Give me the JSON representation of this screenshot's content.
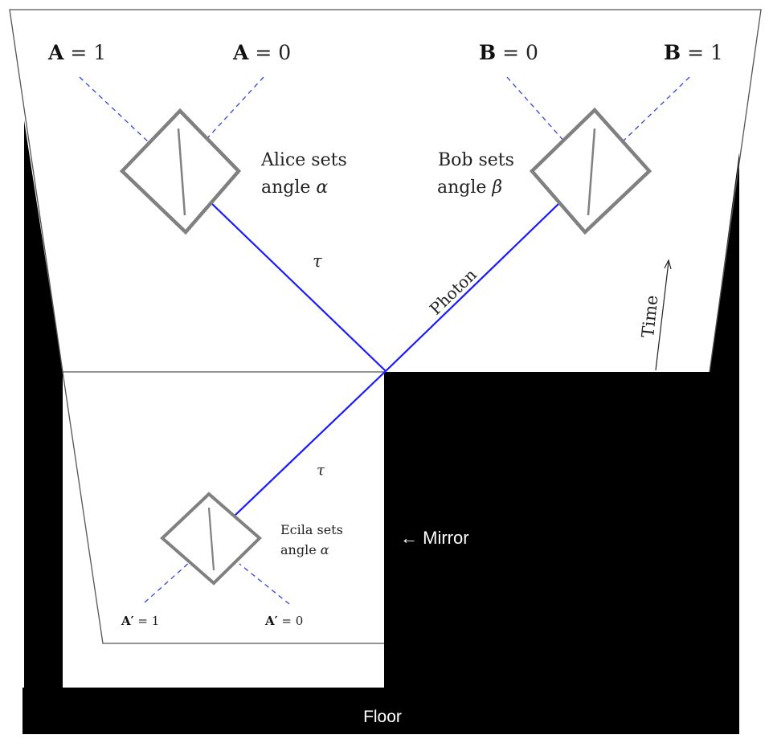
{
  "colors": {
    "background": "#ffffff",
    "black_region": "#000000",
    "photon_line": "#1a1aff",
    "outcome_dash": "#3344dd",
    "device_stroke": "#808080",
    "frame_line": "#555555"
  },
  "outcomes": {
    "alice_one": {
      "prefix": "A",
      "suffix": " = 1"
    },
    "alice_zero": {
      "prefix": "A",
      "suffix": " = 0"
    },
    "bob_zero": {
      "prefix": "B",
      "suffix": " = 0"
    },
    "bob_one": {
      "prefix": "B",
      "suffix": " = 1"
    },
    "ecila_one": {
      "prefix": "A′",
      "suffix": " = 1"
    },
    "ecila_zero": {
      "prefix": "A′",
      "suffix": " = 0"
    }
  },
  "alice": {
    "line1": "Alice sets",
    "line2_prefix": "angle ",
    "angle_symbol": "α"
  },
  "bob": {
    "line1": "Bob sets",
    "line2_prefix": "angle ",
    "angle_symbol": "β"
  },
  "ecila": {
    "line1": "Ecila sets",
    "line2_prefix": "angle ",
    "angle_symbol": "α"
  },
  "tau_upper": "τ",
  "tau_lower": "τ",
  "photon_label": "Photon",
  "time_label": "Time",
  "mirror_label": "← Mirror",
  "floor_label": "Floor"
}
